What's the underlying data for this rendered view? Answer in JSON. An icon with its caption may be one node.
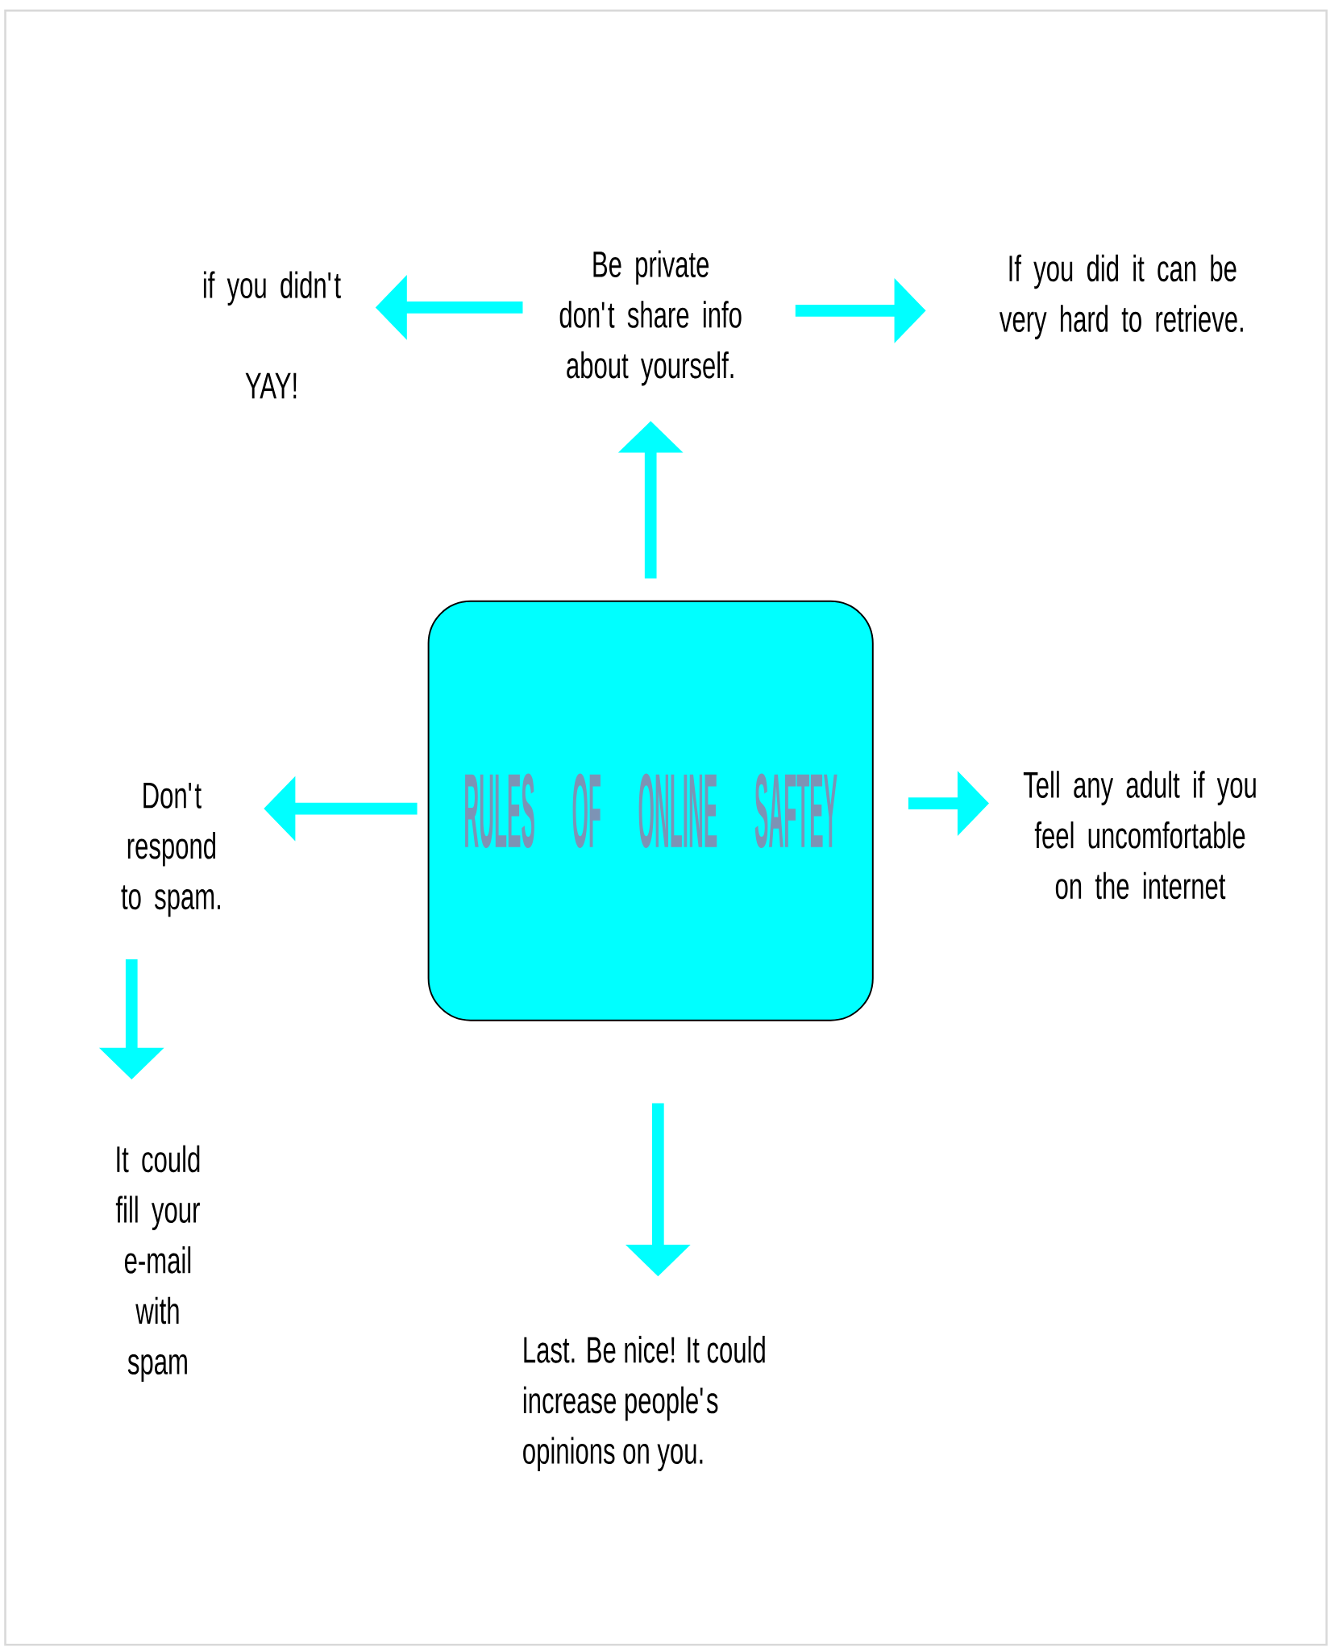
{
  "diagram": {
    "nodes": [
      {
        "text": [
          "RULES OF ONLINE SAFTEY"
        ]
      },
      {
        "text": [
          "Be private don't share info about yourself."
        ]
      },
      {
        "text": [
          "if you didn't",
          "YAY!"
        ]
      },
      {
        "text": [
          "If you did it can be very hard to retrieve."
        ]
      },
      {
        "text": [
          "Don't respond to spam."
        ]
      },
      {
        "text": [
          "It could fill your e-mail with spam"
        ]
      },
      {
        "text": [
          "Tell any adult if you feel uncomfortable on the internet"
        ]
      },
      {
        "text": [
          "Last. Be nice! It could increase people's opinions on you."
        ]
      }
    ],
    "edges": [
      {
        "from": 0,
        "to": 1,
        "arrow": "to"
      },
      {
        "from": 1,
        "to": 2,
        "arrow": "to"
      },
      {
        "from": 1,
        "to": 3,
        "arrow": "to"
      },
      {
        "from": 0,
        "to": 4,
        "arrow": "to"
      },
      {
        "from": 4,
        "to": 5,
        "arrow": "to"
      },
      {
        "from": 0,
        "to": 6,
        "arrow": "to"
      },
      {
        "from": 0,
        "to": 7,
        "arrow": "to"
      }
    ]
  }
}
